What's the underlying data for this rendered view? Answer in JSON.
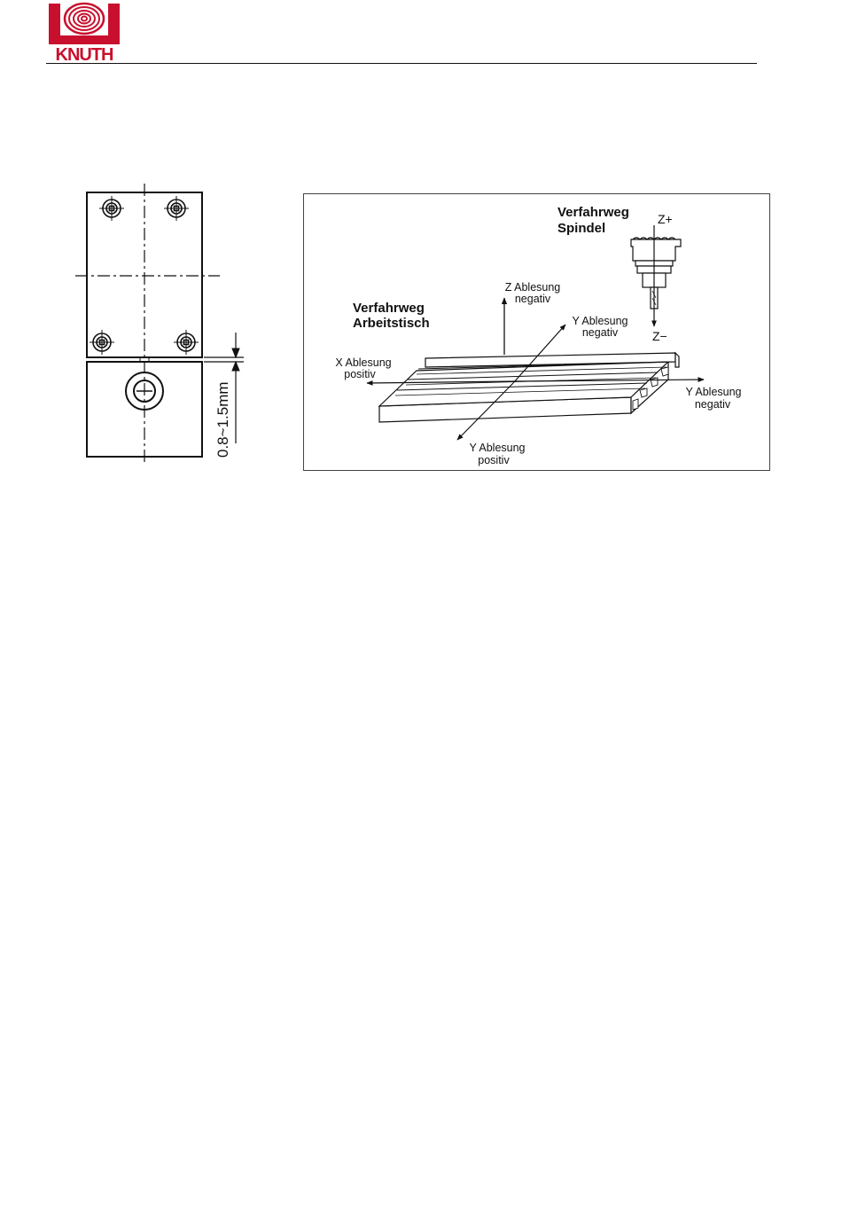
{
  "header": {
    "logo_text": "KNUTH",
    "logo_color": "#c8102e"
  },
  "figure_left": {
    "dimension_label": "0.8~1.5mm"
  },
  "figure_right": {
    "spindle_title_line1": "Verfahrweg",
    "spindle_title_line2": "Spindel",
    "z_plus": "Z+",
    "z_minus": "Z−",
    "table_title_line1": "Verfahrweg",
    "table_title_line2": "Arbeitstisch",
    "z_reading_line1": "Z Ablesung",
    "z_reading_line2": "negativ",
    "y_neg_line1": "Y Ablesung",
    "y_neg_line2": "negativ",
    "x_pos_line1": "X Ablesung",
    "x_pos_line2": "positiv",
    "y_right_line1": "Y Ablesung",
    "y_right_line2": "negativ",
    "y_pos_line1": "Y Ablesung",
    "y_pos_line2": "positiv"
  }
}
